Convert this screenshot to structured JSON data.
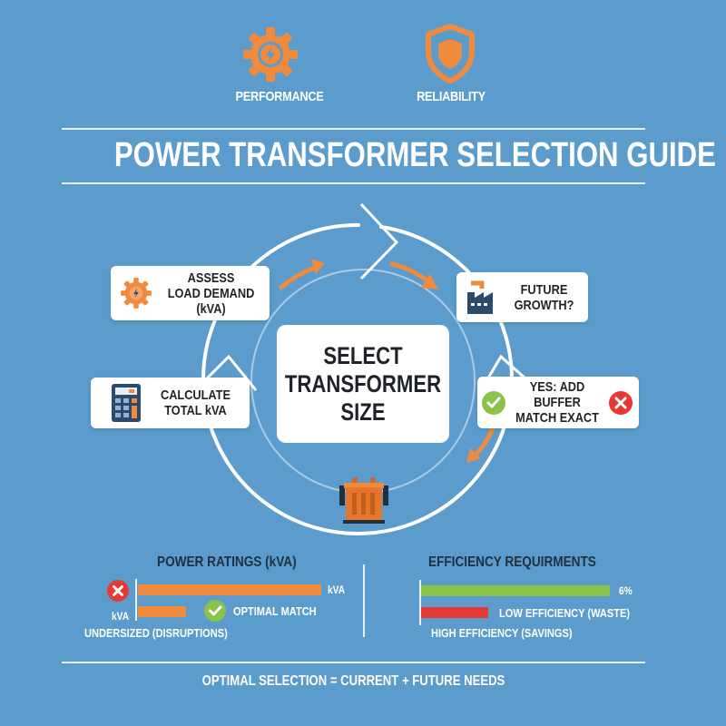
{
  "header": {
    "features": [
      {
        "label": "PERFORMANCE",
        "icon": "gear-lightning-icon"
      },
      {
        "label": "RELIABILITY",
        "icon": "shield-icon"
      }
    ],
    "title": "POWER TRANSFORMER SELECTION GUIDE"
  },
  "cycle": {
    "center": {
      "line1": "SELECT",
      "line2": "TRANSFORMER",
      "line3": "SIZE"
    },
    "steps": [
      {
        "id": "assess",
        "line1": "ASSESS",
        "line2": "LOAD DEMAND",
        "line3": "(kVA)",
        "icon": "gear-lightning-icon"
      },
      {
        "id": "future",
        "line1": "FUTURE",
        "line2": "GROWTH?",
        "icon": "factory-icon"
      },
      {
        "id": "calculate",
        "line1": "CALCULATE",
        "line2": "TOTAL kVA",
        "icon": "calculator-icon"
      },
      {
        "id": "decision",
        "line1": "YES: ADD BUFFER",
        "line2": "MATCH EXACT",
        "icon_yes": "check-circle-icon",
        "icon_no": "x-circle-icon"
      }
    ],
    "bottom_icon": "transformer-icon"
  },
  "power_ratings": {
    "title": "POWER RATINGS (kVA)",
    "bar1_label": "kVA",
    "bar2_label": "kVA",
    "optimal_label": "OPTIMAL MATCH",
    "undersized_label": "UNDERSIZED (DISRUPTIONS)"
  },
  "efficiency": {
    "title": "EFFICIENCY REQUIRMENTS",
    "bar1_label": "6%",
    "low_label": "LOW EFFICIENCY (WASTE)",
    "high_label": "HIGH EFFICIENCY (SAVINGS)"
  },
  "footer": {
    "text": "OPTIMAL SELECTION = CURRENT + FUTURE NEEDS"
  },
  "colors": {
    "background": "#5b9ccd",
    "accent_orange": "#f08a3c",
    "navy": "#2d4a6e",
    "green": "#8bc34a",
    "red": "#e53935"
  }
}
